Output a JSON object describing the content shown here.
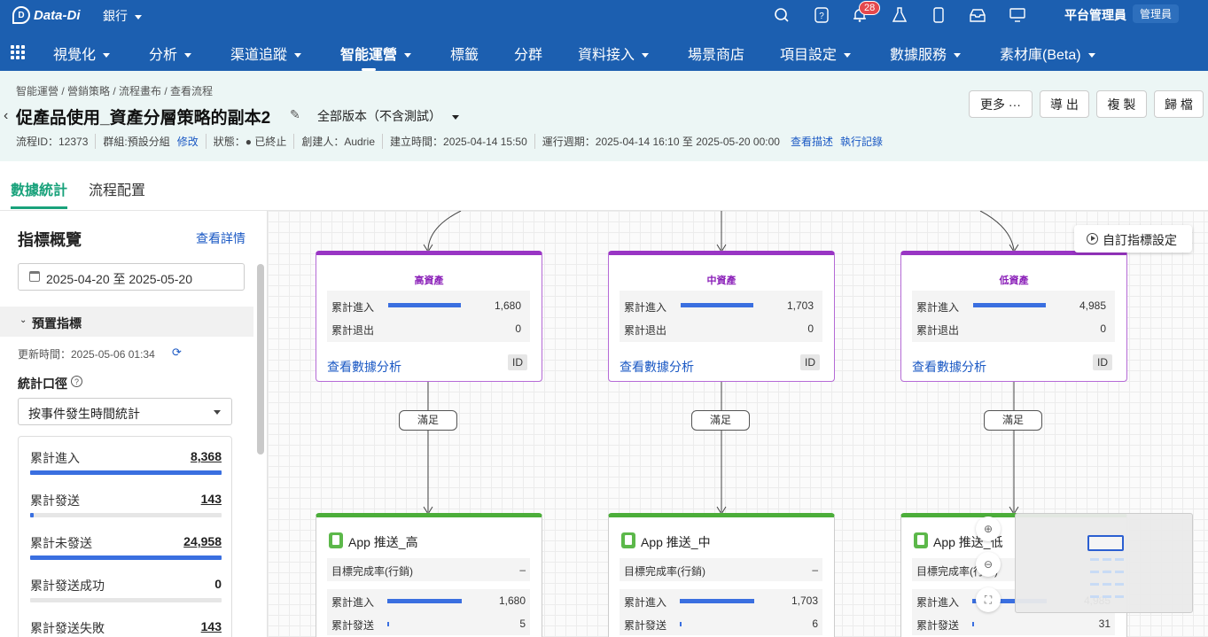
{
  "app": {
    "logo": "Data-Di",
    "workspace": "銀行",
    "notif_count": "28",
    "admin_label": "平台管理員",
    "admin_role": "管理員"
  },
  "nav": [
    "視覺化",
    "分析",
    "渠道追蹤",
    "智能運營",
    "標籤",
    "分群",
    "資料接入",
    "場景商店",
    "項目設定",
    "數據服務",
    "素材庫(Beta)"
  ],
  "breadcrumb": "智能運營 / 營銷策略 / 流程畫布 / 查看流程",
  "page": {
    "title": "促產品使用_資產分層策略的副本2",
    "version": "全部版本（不含測試）"
  },
  "buttons": {
    "more": "更多 ···",
    "export": "導 出",
    "copy": "複 製",
    "archive": "歸 檔"
  },
  "meta": {
    "flow_id": "流程ID：12373",
    "group": "群組:預設分組",
    "edit": "修改",
    "status": "狀態：● 已終止",
    "creator": "創建人：Audrie",
    "created": "建立時間：2025-04-14 15:50",
    "period": "運行週期：2025-04-14 16:10 至 2025-05-20 00:00",
    "view_desc": "查看描述",
    "exec_log": "執行記錄"
  },
  "tabs": {
    "stats": "數據統計",
    "config": "流程配置"
  },
  "panel": {
    "title": "指標概覽",
    "detail": "查看詳情",
    "date_range": "2025-04-20 至 2025-05-20",
    "preset": "預置指標",
    "updated": "更新時間：2025-05-06 01:34",
    "caliber_label": "統計口徑",
    "caliber": "按事件發生時間統計",
    "stats": [
      {
        "name": "累計進入",
        "value": "8,368",
        "fill": 100
      },
      {
        "name": "累計發送",
        "value": "143",
        "fill": 2
      },
      {
        "name": "累計未發送",
        "value": "24,958",
        "fill": 100
      },
      {
        "name": "累計發送成功",
        "value": "0",
        "fill": 0
      },
      {
        "name": "累計發送失敗",
        "value": "143",
        "fill": 0
      }
    ]
  },
  "canvas": {
    "custom_metric": "自訂指標設定",
    "cond_label": "滿足",
    "analysis_link": "查看數據分析",
    "id_label": "ID",
    "enter_label": "累計進入",
    "exit_label": "累計退出",
    "goal_label": "目標完成率(行銷)",
    "send_label": "累計發送",
    "segments": [
      {
        "title": "高資產",
        "enter": "1,680",
        "exit": "0"
      },
      {
        "title": "中資產",
        "enter": "1,703",
        "exit": "0"
      },
      {
        "title": "低資產",
        "enter": "4,985",
        "exit": "0"
      }
    ],
    "pushes": [
      {
        "title": "App 推送_高",
        "goal": "–",
        "enter": "1,680",
        "send": "5"
      },
      {
        "title": "App 推送_中",
        "goal": "–",
        "enter": "1,703",
        "send": "6"
      },
      {
        "title": "App 推送_低",
        "goal": "–",
        "enter": "4,985",
        "send": "31"
      }
    ]
  },
  "colors": {
    "brand": "#1c5fb0",
    "accent": "#19a27b",
    "segment": "#9935c4",
    "push": "#4cae3a",
    "bar": "#3a6fe0"
  }
}
